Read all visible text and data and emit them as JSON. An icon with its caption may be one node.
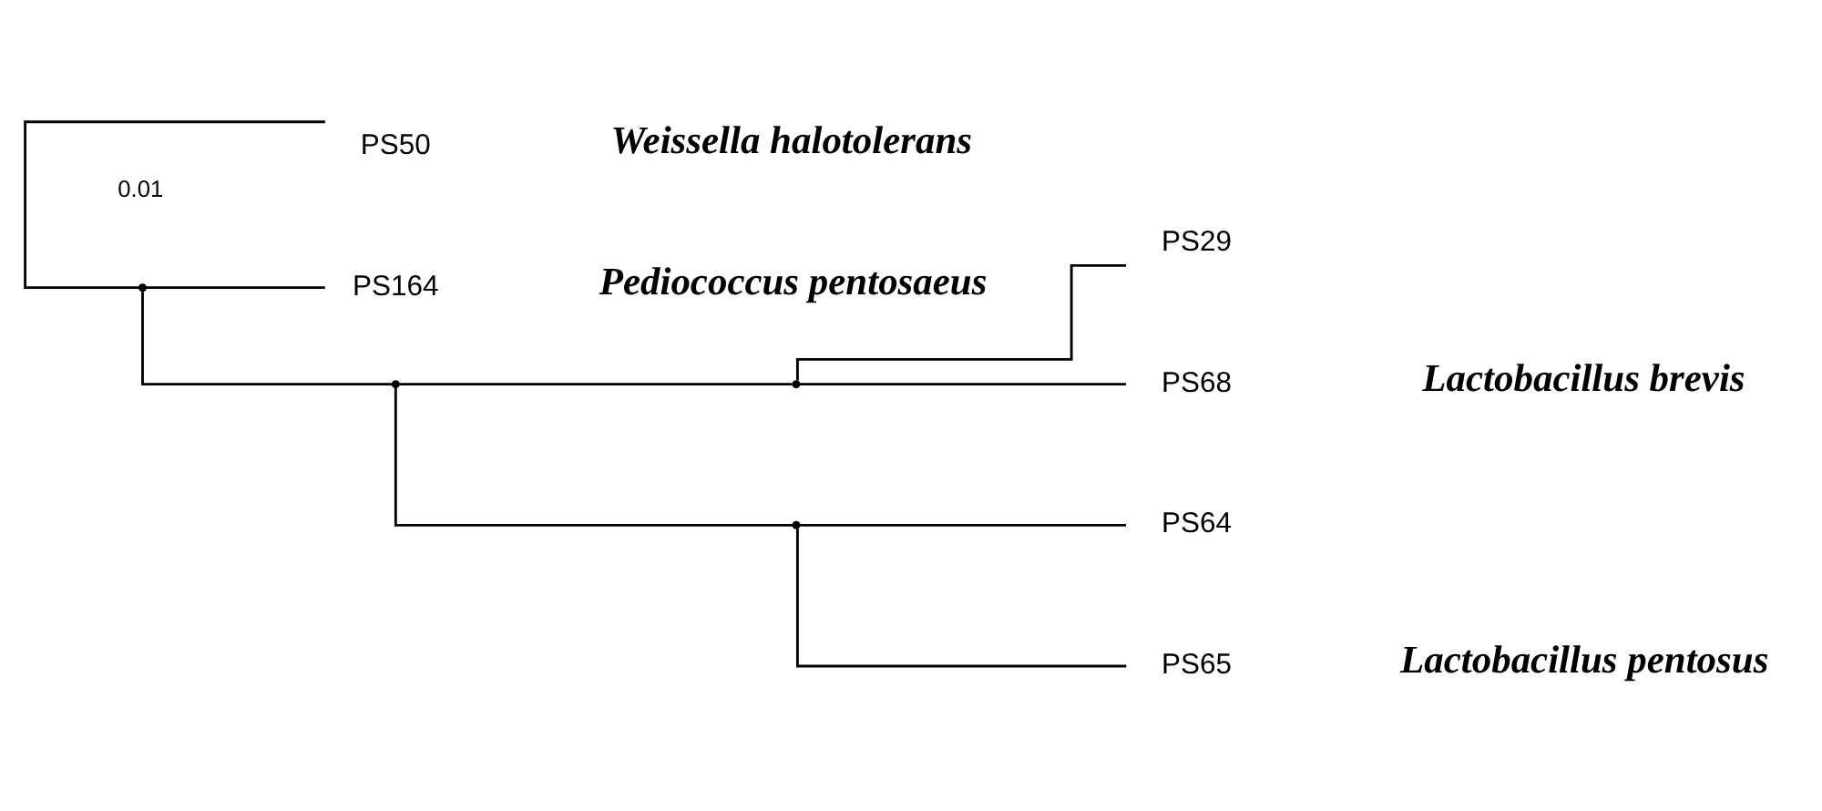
{
  "diagram": {
    "nodes": [
      {
        "text": [],
        "shape": "point"
      },
      {
        "text": [
          "PS50"
        ]
      },
      {
        "text": [
          "PS164"
        ]
      },
      {
        "text": [],
        "shape": "point"
      },
      {
        "text": [],
        "shape": "point"
      },
      {
        "text": [
          "PS29"
        ]
      },
      {
        "text": [
          "PS68"
        ]
      },
      {
        "text": [],
        "shape": "point"
      },
      {
        "text": [
          "PS64"
        ]
      },
      {
        "text": [
          "PS65"
        ]
      }
    ],
    "edges": [
      {
        "from": 0,
        "to": 1,
        "arrow": "none"
      },
      {
        "from": 0,
        "to": 2,
        "arrow": "none"
      },
      {
        "from": 0,
        "to": 3,
        "arrow": "none"
      },
      {
        "from": 3,
        "to": 4,
        "arrow": "none"
      },
      {
        "from": 4,
        "to": 5,
        "arrow": "none"
      },
      {
        "from": 4,
        "to": 6,
        "arrow": "none"
      },
      {
        "from": 3,
        "to": 7,
        "arrow": "none"
      },
      {
        "from": 7,
        "to": 8,
        "arrow": "none"
      },
      {
        "from": 7,
        "to": 9,
        "arrow": "none"
      }
    ],
    "labels": [
      "Weissella halotolerans",
      "Pediococcus pentosaeus",
      "Lactobacillus brevis",
      "Lactobacillus pentosus",
      "0.01"
    ]
  }
}
